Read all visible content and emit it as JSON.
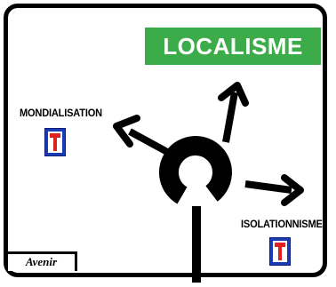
{
  "sign": {
    "title": "LOCALISME",
    "title_color": "#3cac4a",
    "left_destination": "MONDIALISATION",
    "right_destination": "ISOLATIONNISME",
    "bottom_label": "Avenir",
    "badge_icon": "dead-end-road-icon",
    "badge_color": "#1b3bb4",
    "badge_mark_color": "#e02020"
  }
}
